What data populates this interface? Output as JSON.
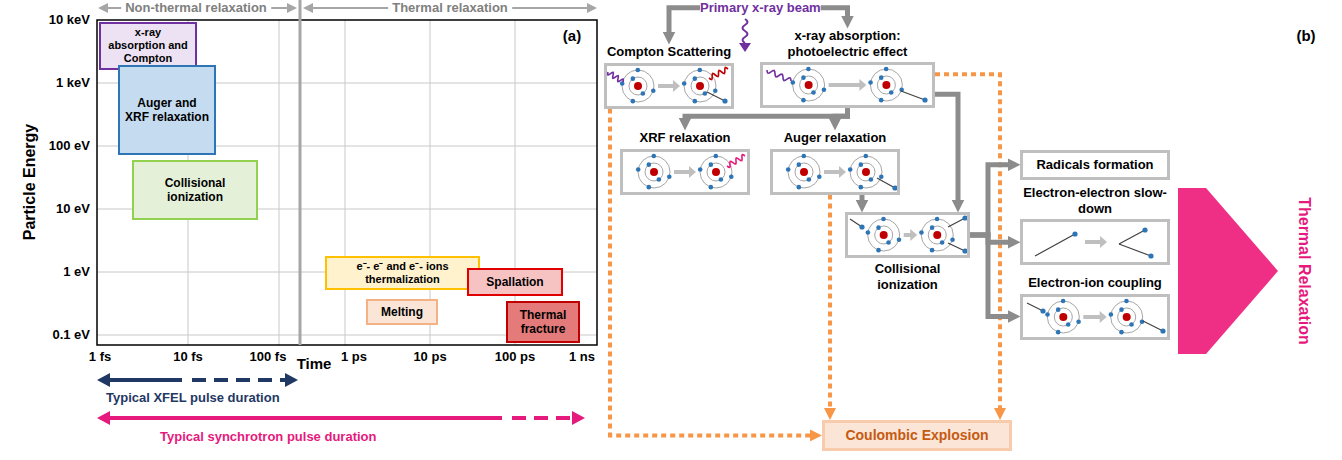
{
  "diagram": {
    "nodes": [
      {
        "text": [
          "x-ray absorption and Compton"
        ]
      },
      {
        "text": [
          "Auger and XRF relaxation"
        ]
      },
      {
        "text": [
          "Collisional ionization"
        ]
      },
      {
        "text": [
          "e⁻- e⁻ and e⁻- ions thermalization"
        ]
      },
      {
        "text": [
          "Melting"
        ]
      },
      {
        "text": [
          "Spallation"
        ]
      },
      {
        "text": [
          "Thermal fracture"
        ]
      },
      {
        "text": [
          "Primary x-ray beam"
        ]
      },
      {
        "text": [
          "Compton Scattering"
        ]
      },
      {
        "text": [
          "x-ray absorption: photoelectric effect"
        ]
      },
      {
        "text": [
          "XRF relaxation"
        ]
      },
      {
        "text": [
          "Auger relaxation"
        ]
      },
      {
        "text": [
          "Collisional ionization"
        ]
      },
      {
        "text": [
          "Radicals formation"
        ]
      },
      {
        "text": [
          "Electron-electron slow-down"
        ]
      },
      {
        "text": [
          "Electron-ion coupling"
        ]
      },
      {
        "text": [
          "Coulombic Explosion"
        ]
      },
      {
        "text": [
          "Thermal Relaxation"
        ]
      }
    ],
    "edges": [
      {
        "from": 7,
        "to": 8,
        "arrow": "to"
      },
      {
        "from": 7,
        "to": 9,
        "arrow": "to"
      },
      {
        "from": 9,
        "to": 10,
        "arrow": "to"
      },
      {
        "from": 9,
        "to": 11,
        "arrow": "to"
      },
      {
        "from": 11,
        "to": 12,
        "arrow": "to"
      },
      {
        "from": 9,
        "to": 12,
        "arrow": "to"
      },
      {
        "from": 8,
        "to": 16,
        "arrow": "to"
      },
      {
        "from": 9,
        "to": 16,
        "arrow": "to"
      },
      {
        "from": 11,
        "to": 16,
        "arrow": "to"
      },
      {
        "from": 12,
        "to": 13,
        "arrow": "to"
      },
      {
        "from": 12,
        "to": 14,
        "arrow": "to"
      },
      {
        "from": 12,
        "to": 15,
        "arrow": "to"
      }
    ],
    "labels": [
      "Non-thermal relaxation",
      "Thermal relaxation",
      "10 keV",
      "1 keV",
      "100 eV",
      "10 eV",
      "1 eV",
      "0.1 eV",
      "1 fs",
      "10 fs",
      "100 fs",
      "Time",
      "1 ps",
      "10 ps",
      "100 ps",
      "1 ns",
      "(a)",
      "Particle Energy",
      "Typical XFEL pulse duration",
      "Typical synchrotron pulse duration",
      "(b)"
    ]
  }
}
